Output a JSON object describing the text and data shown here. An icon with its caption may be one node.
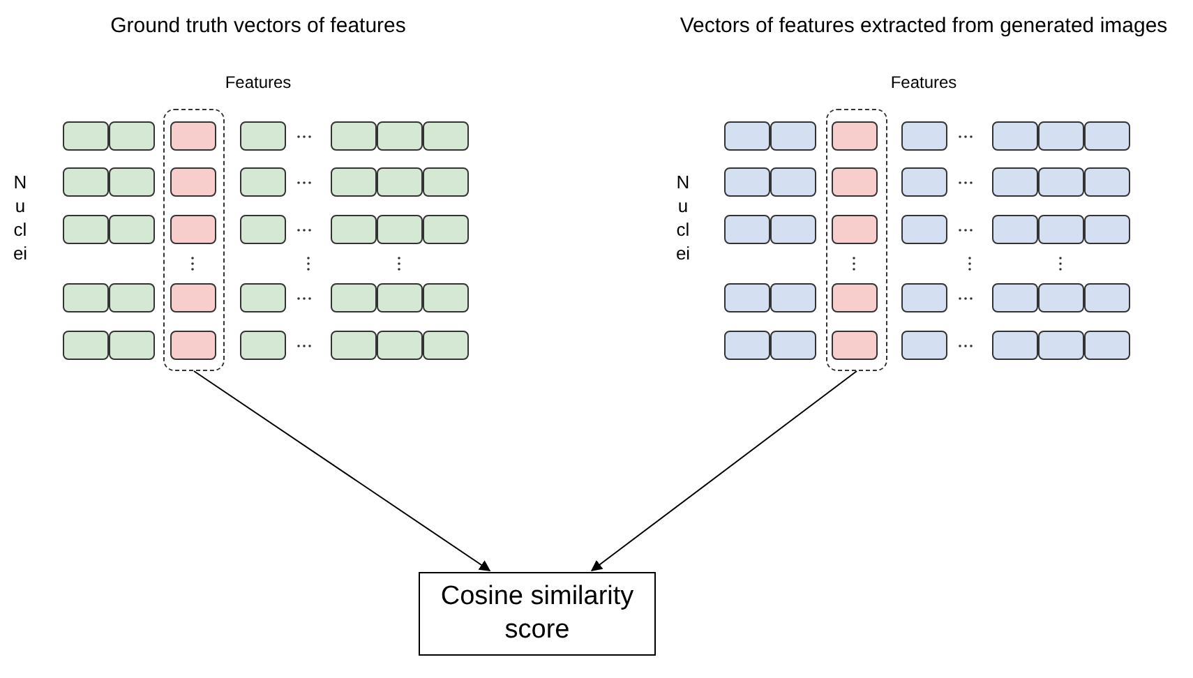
{
  "diagram": {
    "nodes": [
      {
        "text": [],
        "shape": "box"
      },
      {
        "text": [],
        "shape": "box"
      },
      {
        "text": [
          "Cosine similarity score"
        ]
      }
    ],
    "edges": [
      {
        "from": 0,
        "to": 2,
        "arrow": "to"
      },
      {
        "from": 1,
        "to": 2,
        "arrow": "to"
      }
    ],
    "labels": [
      "Ground truth vectors of features",
      "Vectors of features extracted from generated images",
      "Features",
      "Nuclei",
      "Features",
      "Nuclei"
    ]
  }
}
